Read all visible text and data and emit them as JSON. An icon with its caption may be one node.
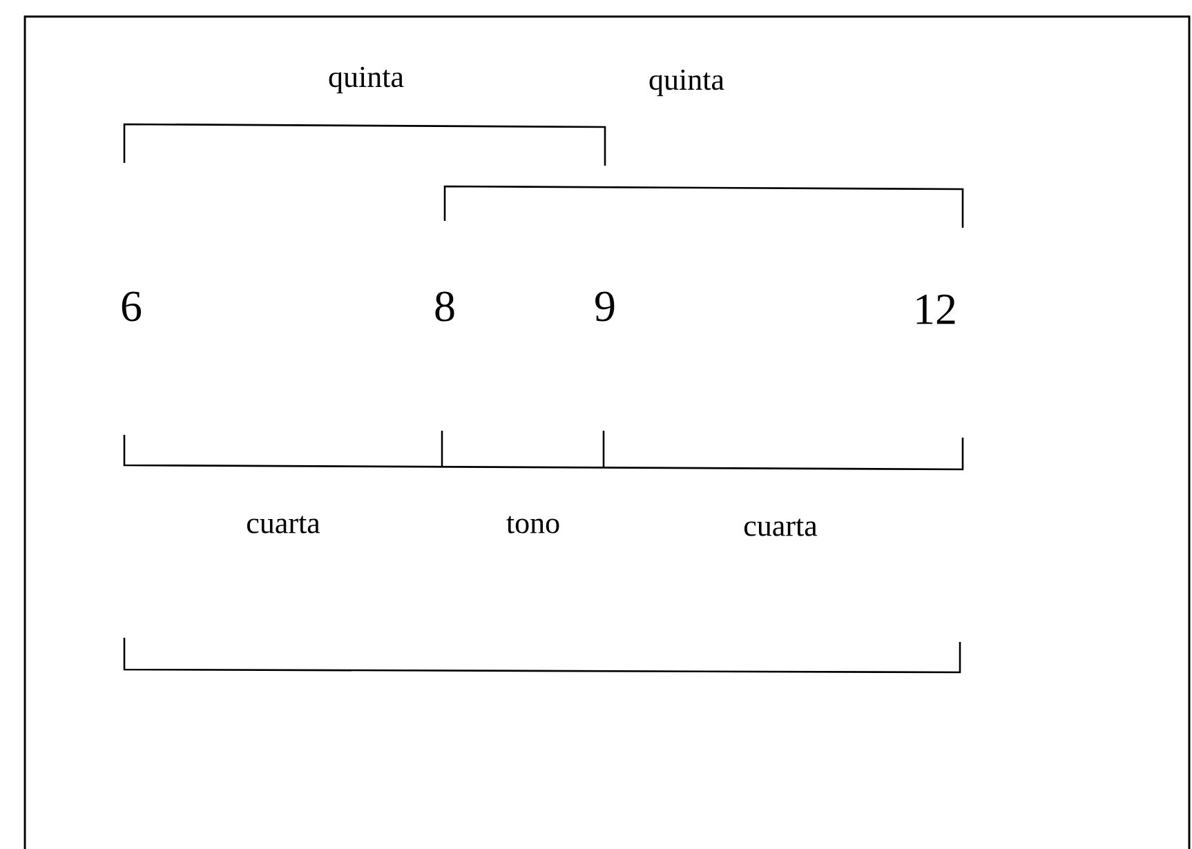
{
  "diagram": {
    "labels": [
      "quinta",
      "quinta",
      "6",
      "8",
      "9",
      "12",
      "cuarta",
      "tono",
      "cuarta"
    ]
  }
}
